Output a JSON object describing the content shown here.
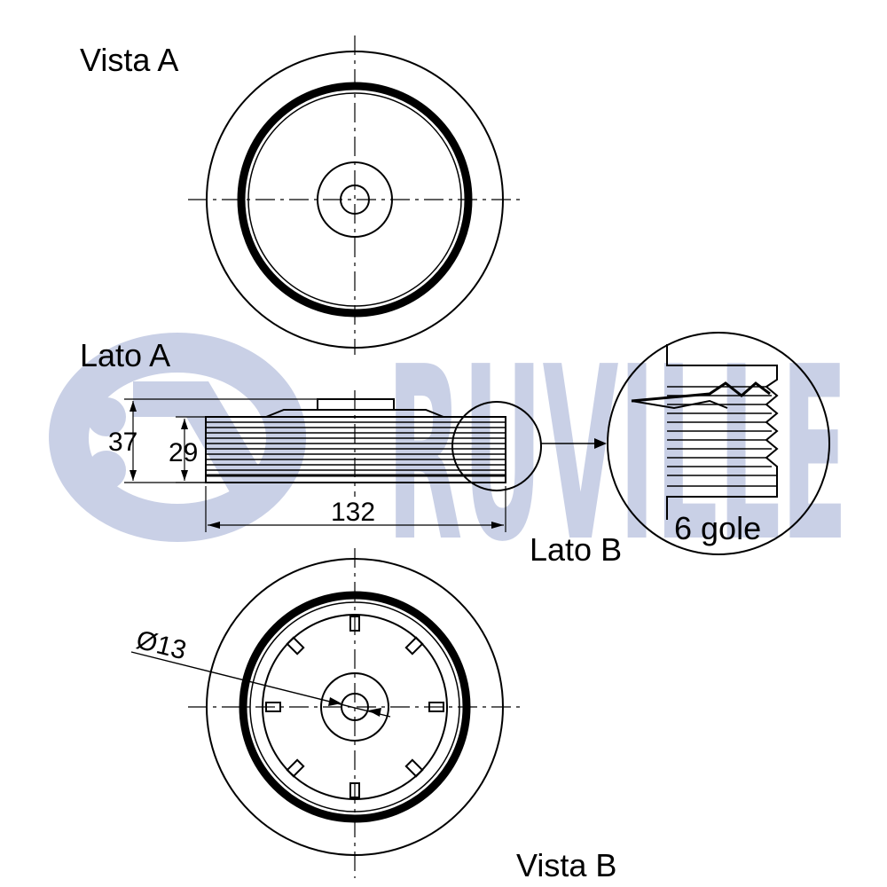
{
  "labels": {
    "view_a": "Vista A",
    "side_a": "Lato A",
    "side_b": "Lato B",
    "view_b": "Vista B",
    "grooves": "6 gole"
  },
  "dimensions": {
    "outer_height": "37",
    "inner_height": "29",
    "diameter": "132",
    "hole": "Ø13"
  },
  "watermark": {
    "brand": "RUVILLE",
    "color": "#c9d0e6"
  },
  "colors": {
    "line": "#000000",
    "background": "#ffffff"
  }
}
